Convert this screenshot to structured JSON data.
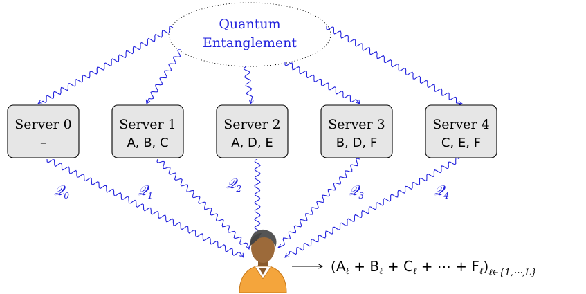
{
  "entanglement_label": [
    "Quantum",
    "Entanglement"
  ],
  "servers": [
    {
      "name": "Server 0",
      "contents": "–",
      "answer": "𝒬",
      "answer_sub": "0"
    },
    {
      "name": "Server 1",
      "contents": "A, B, C",
      "answer": "𝒬",
      "answer_sub": "1"
    },
    {
      "name": "Server 2",
      "contents": "A, D, E",
      "answer": "𝒬",
      "answer_sub": "2"
    },
    {
      "name": "Server 3",
      "contents": "B, D, F",
      "answer": "𝒬",
      "answer_sub": "3"
    },
    {
      "name": "Server 4",
      "contents": "C, E, F",
      "answer": "𝒬",
      "answer_sub": "4"
    }
  ],
  "output_formula": "(Aℓ + Bℓ + Cℓ + ⋯ + Fℓ)ℓ∈{1,⋯,L}",
  "colors": {
    "quantum": "#2222dd",
    "box_fill": "#e6e6e6"
  }
}
